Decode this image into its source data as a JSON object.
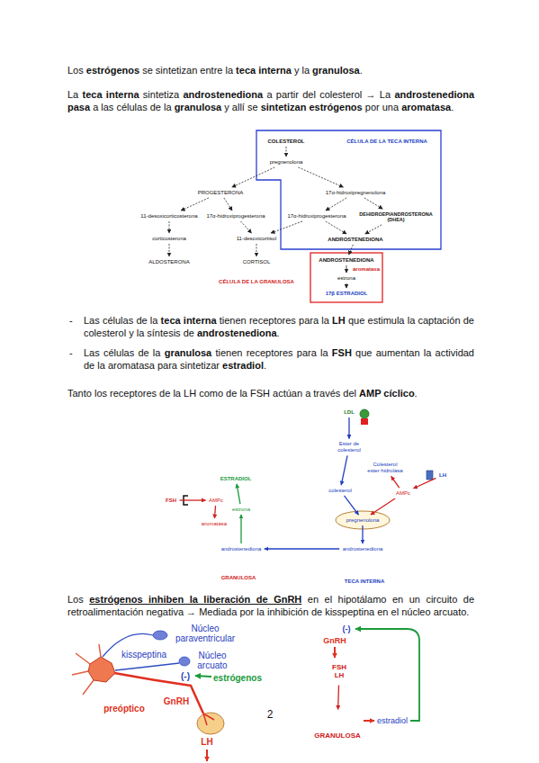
{
  "diagram": {
    "nodes": [
      {
        "text": [
          "COLESTEROL"
        ]
      },
      {
        "text": [
          "pregnenolona"
        ]
      },
      {
        "text": [
          "PROGESTERONA"
        ]
      },
      {
        "text": [
          "17α-hidroxipregnenolona"
        ]
      },
      {
        "text": [
          "11-desoxicorticosterona"
        ]
      },
      {
        "text": [
          "17α-hidroxiprogesterona"
        ]
      },
      {
        "text": [
          "17α-hidroxiprogesterona"
        ]
      },
      {
        "text": [
          "DEHIDROEPIANDROSTERONA (DHEA)"
        ]
      },
      {
        "text": [
          "corticosterona"
        ]
      },
      {
        "text": [
          "11-desoxicortisol"
        ]
      },
      {
        "text": [
          "ANDROSTENEDIONA"
        ]
      },
      {
        "text": [
          "ALDOSTERONA"
        ]
      },
      {
        "text": [
          "CORTISOL"
        ]
      },
      {
        "text": [
          "ANDROSTENEDIONA"
        ]
      },
      {
        "text": [
          "estrona"
        ]
      },
      {
        "text": [
          "17β ESTRADIOL"
        ]
      },
      {
        "text": [
          "LDL"
        ]
      },
      {
        "text": [
          "GRANULOSA"
        ]
      },
      {
        "text": [
          "ESTRADIOL"
        ],
        "in": 17
      },
      {
        "text": [
          "AMPc"
        ],
        "in": 17
      },
      {
        "text": [
          "estrona"
        ],
        "in": 17
      },
      {
        "text": [
          "aromatasa"
        ],
        "in": 17
      },
      {
        "text": [
          "androstenediona"
        ],
        "in": 17
      },
      {
        "text": [
          "FSH"
        ]
      },
      {
        "text": [
          "TECA INTERNA"
        ]
      },
      {
        "text": [
          "Ester de colesterol"
        ],
        "in": 24
      },
      {
        "text": [
          "Colesterol ester hidrolasa"
        ],
        "in": 24
      },
      {
        "text": [
          "colesterol"
        ],
        "in": 24
      },
      {
        "text": [
          "AMPc"
        ],
        "in": 24
      },
      {
        "text": [
          "pregnenolona"
        ],
        "in": 24
      },
      {
        "text": [
          "androstenediona"
        ],
        "in": 24
      },
      {
        "text": [
          "LH"
        ]
      },
      {
        "text": [
          "FSH LH"
        ]
      },
      {
        "text": [
          "GRANULOSA"
        ]
      }
    ],
    "edges": [
      {
        "from": 0,
        "to": 1,
        "arrow": "to"
      },
      {
        "from": 1,
        "to": 2,
        "arrow": "to"
      },
      {
        "from": 1,
        "to": 3,
        "arrow": "to"
      },
      {
        "from": 2,
        "to": 4,
        "arrow": "to"
      },
      {
        "from": 2,
        "to": 5,
        "arrow": "to"
      },
      {
        "from": 3,
        "to": 6,
        "arrow": "to"
      },
      {
        "from": 3,
        "to": 7,
        "arrow": "to"
      },
      {
        "from": 4,
        "to": 8,
        "arrow": "to"
      },
      {
        "from": 8,
        "to": 11,
        "arrow": "to"
      },
      {
        "from": 5,
        "to": 9,
        "arrow": "to"
      },
      {
        "from": 6,
        "to": 9,
        "arrow": "to"
      },
      {
        "from": 9,
        "to": 12,
        "arrow": "to"
      },
      {
        "from": 6,
        "to": 10,
        "arrow": "to"
      },
      {
        "from": 7,
        "to": 10,
        "arrow": "to"
      },
      {
        "from": 10,
        "to": 13,
        "arrow": "to"
      },
      {
        "from": 13,
        "to": 14,
        "arrow": "to",
        "label": "aromatasa"
      },
      {
        "from": 14,
        "to": 15,
        "arrow": "to"
      },
      {
        "from": 16,
        "to": 25,
        "arrow": "to"
      },
      {
        "from": 25,
        "to": 27,
        "arrow": "to"
      },
      {
        "from": 27,
        "to": 29,
        "arrow": "to"
      },
      {
        "from": 29,
        "to": 30,
        "arrow": "to"
      },
      {
        "from": 30,
        "to": 22,
        "arrow": "to"
      },
      {
        "from": 31,
        "to": 28,
        "arrow": "to"
      },
      {
        "from": 28,
        "to": 26,
        "arrow": "to"
      },
      {
        "from": 28,
        "to": 29,
        "arrow": "to"
      },
      {
        "from": 23,
        "to": 19,
        "arrow": "to"
      },
      {
        "from": 19,
        "to": 21,
        "arrow": "to"
      },
      {
        "from": 22,
        "to": 20,
        "arrow": "to"
      },
      {
        "from": 20,
        "to": 18,
        "arrow": "to"
      },
      {
        "from": 32,
        "to": 33,
        "arrow": "to"
      }
    ],
    "labels": [
      "Los ",
      "estrógenos",
      " se sintetizan entre la ",
      "teca interna",
      " y la ",
      "granulosa",
      ".",
      "La ",
      "teca interna",
      " sintetiza ",
      "androstenediona",
      " a partir del colesterol → La ",
      "androstenediona pasa",
      " a las células de la ",
      "granulosa",
      " y allí se ",
      "sintetizan estrógenos",
      " por una ",
      "aromatasa",
      ".",
      "CÉLULA DE LA TECA INTERNA",
      "CÉLULA DE LA GRANULOSA",
      "-",
      "Las células de la ",
      "teca interna",
      " tienen receptores para la ",
      "LH",
      " que estimula la captación de colesterol y la síntesis de ",
      "androstenediona",
      ".",
      "-",
      "Las células de la ",
      "granulosa",
      " tienen receptores para la ",
      "FSH",
      " que aumentan la actividad de la aromatasa para sintetizar ",
      "estradiol",
      ".",
      "Tanto los receptores de la LH como de la FSH actúan a través del ",
      "AMP cíclico",
      ".",
      "Los ",
      "estrógenos inhiben la liberación de GnRH",
      " en el hipotálamo en un circuito de retroalimentación negativa → Mediada por la inhibición de kisspeptina en el núcleo arcuato.",
      "Núcleo paraventricular",
      "kisspeptina",
      "Núcleo arcuato",
      "(-)",
      "estrógenos",
      "preóptico",
      "GnRH",
      "LH",
      "2",
      "(-)",
      "GnRH",
      "estradiol"
    ]
  }
}
